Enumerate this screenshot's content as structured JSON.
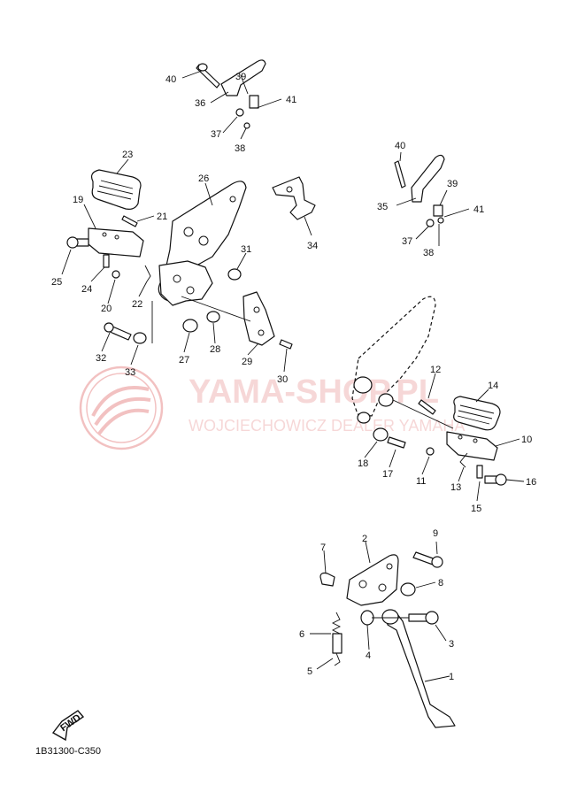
{
  "watermark": {
    "title": "YAMA-SHOP.PL",
    "subtitle": "WOJCIECHOWICZ DEALER YAMAHA",
    "color": "#e06060"
  },
  "diagram_code": "1B31300-C350",
  "fwd_label": "FWD",
  "callouts": {
    "c1": "1",
    "c2": "2",
    "c3": "3",
    "c4": "4",
    "c5": "5",
    "c6": "6",
    "c7": "7",
    "c8": "8",
    "c9": "9",
    "c10": "10",
    "c11": "11",
    "c12": "12",
    "c13": "13",
    "c14": "14",
    "c15": "15",
    "c16": "16",
    "c17": "17",
    "c18": "18",
    "c19": "19",
    "c20": "20",
    "c21": "21",
    "c22": "22",
    "c23": "23",
    "c24": "24",
    "c25": "25",
    "c26": "26",
    "c27": "27",
    "c28": "28",
    "c29": "29",
    "c30": "30",
    "c31": "31",
    "c32": "32",
    "c33": "33",
    "c34": "34",
    "c35": "35",
    "c36": "36",
    "c37": "37",
    "c38": "38",
    "c39": "39",
    "c40": "40",
    "c41": "41"
  }
}
